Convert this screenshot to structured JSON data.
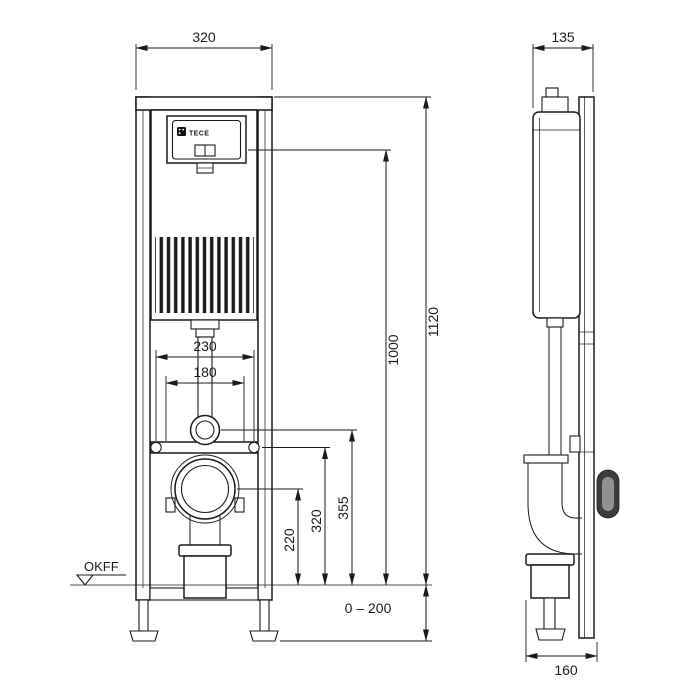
{
  "brand": "TECE",
  "front_view": {
    "width_top": "320",
    "bolt_spacing": "230",
    "stud_spacing": "180",
    "height_total": "1120",
    "height_upper": "1000",
    "height_flush_bend": "355",
    "height_fixing": "320",
    "height_drain": "220",
    "floor_adjust_range": "0 – 200",
    "floor_label": "OKFF"
  },
  "side_view": {
    "depth_top": "135",
    "depth_bottom": "160"
  }
}
